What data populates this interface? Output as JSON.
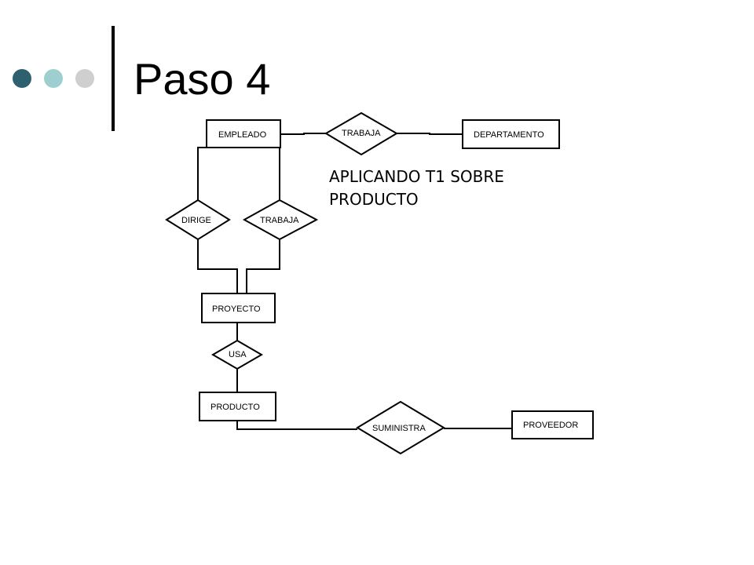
{
  "slide": {
    "title": "Paso 4",
    "bullet_colors": [
      "#2f6070",
      "#9ecfd0",
      "#cfcfcf"
    ]
  },
  "annotation": {
    "line1": "APLICANDO T1 SOBRE",
    "line2": "PRODUCTO"
  },
  "diagram": {
    "entities": {
      "empleado": "EMPLEADO",
      "departamento": "DEPARTAMENTO",
      "proyecto": "PROYECTO",
      "producto": "PRODUCTO",
      "proveedor": "PROVEEDOR"
    },
    "relationships": {
      "trabaja_depto": "TRABAJA",
      "dirige": "DIRIGE",
      "trabaja_proyecto": "TRABAJA",
      "usa": "USA",
      "suministra": "SUMINISTRA"
    }
  }
}
